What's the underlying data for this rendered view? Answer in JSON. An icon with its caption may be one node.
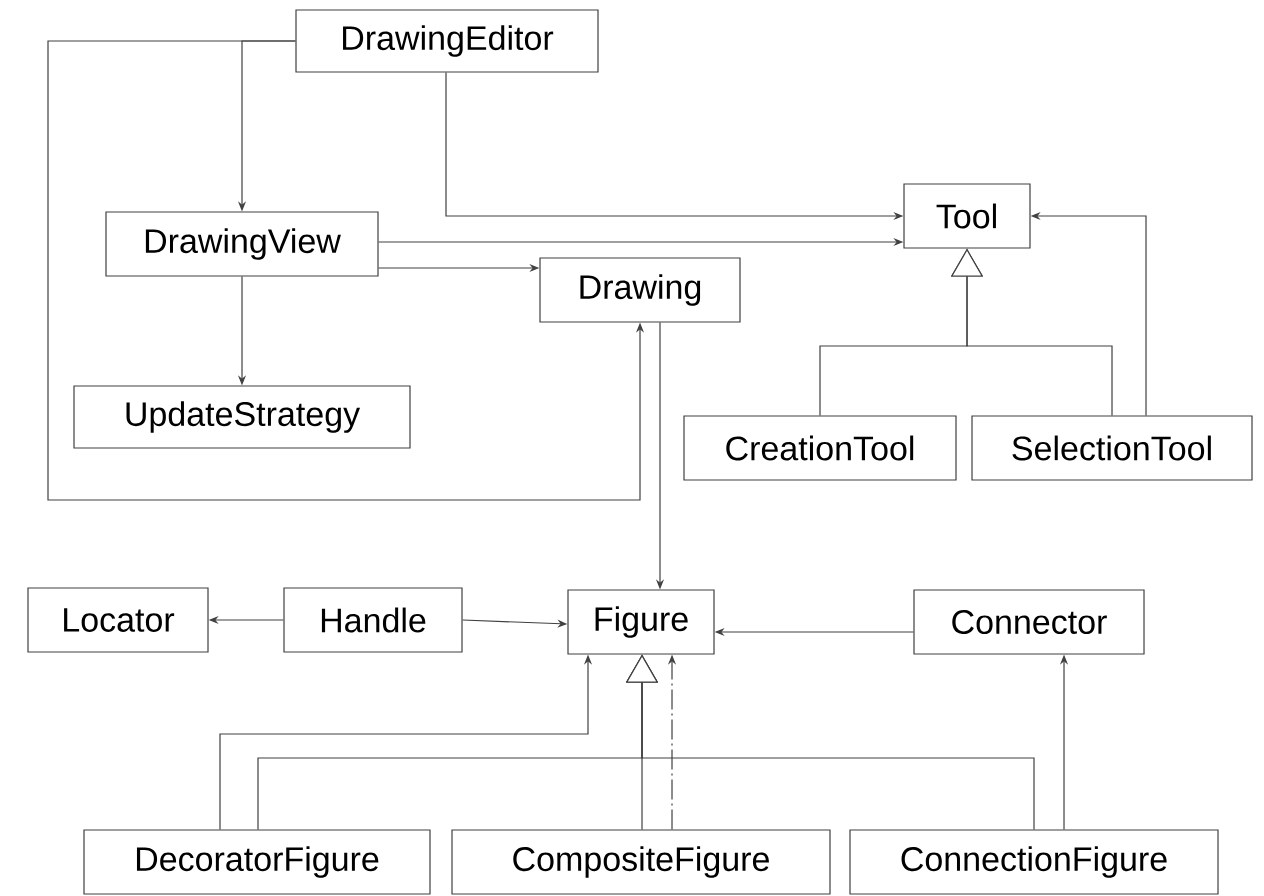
{
  "diagram": {
    "nodes": [
      {
        "text": [
          "DrawingEditor"
        ]
      },
      {
        "text": [
          "Tool"
        ]
      },
      {
        "text": [
          "DrawingView"
        ]
      },
      {
        "text": [
          "Drawing"
        ]
      },
      {
        "text": [
          "UpdateStrategy"
        ]
      },
      {
        "text": [
          "CreationTool"
        ]
      },
      {
        "text": [
          "SelectionTool"
        ]
      },
      {
        "text": [
          "Locator"
        ]
      },
      {
        "text": [
          "Handle"
        ]
      },
      {
        "text": [
          "Figure"
        ]
      },
      {
        "text": [
          "Connector"
        ]
      },
      {
        "text": [
          "DecoratorFigure"
        ]
      },
      {
        "text": [
          "CompositeFigure"
        ]
      },
      {
        "text": [
          "ConnectionFigure"
        ]
      }
    ],
    "edges": [
      {
        "from": 0,
        "to": 2,
        "arrow": "to"
      },
      {
        "from": 0,
        "to": 1,
        "arrow": "to"
      },
      {
        "from": 0,
        "to": 3,
        "arrow": "to"
      },
      {
        "from": 2,
        "to": 1,
        "arrow": "to"
      },
      {
        "from": 2,
        "to": 3,
        "arrow": "to"
      },
      {
        "from": 2,
        "to": 4,
        "arrow": "to"
      },
      {
        "from": 5,
        "to": 1,
        "arrow": "to"
      },
      {
        "from": 6,
        "to": 1,
        "arrow": "to"
      },
      {
        "from": 6,
        "to": 1,
        "arrow": "to"
      },
      {
        "from": 3,
        "to": 9,
        "arrow": "to"
      },
      {
        "from": 8,
        "to": 7,
        "arrow": "to"
      },
      {
        "from": 8,
        "to": 9,
        "arrow": "to"
      },
      {
        "from": 10,
        "to": 9,
        "arrow": "to"
      },
      {
        "from": 11,
        "to": 9,
        "arrow": "to"
      },
      {
        "from": 11,
        "to": 9,
        "arrow": "to"
      },
      {
        "from": 12,
        "to": 9,
        "arrow": "to"
      },
      {
        "from": 13,
        "to": 9,
        "arrow": "to"
      },
      {
        "from": 12,
        "to": 9,
        "arrow": "to",
        "style": "dashed"
      },
      {
        "from": 13,
        "to": 10,
        "arrow": "to"
      }
    ]
  }
}
